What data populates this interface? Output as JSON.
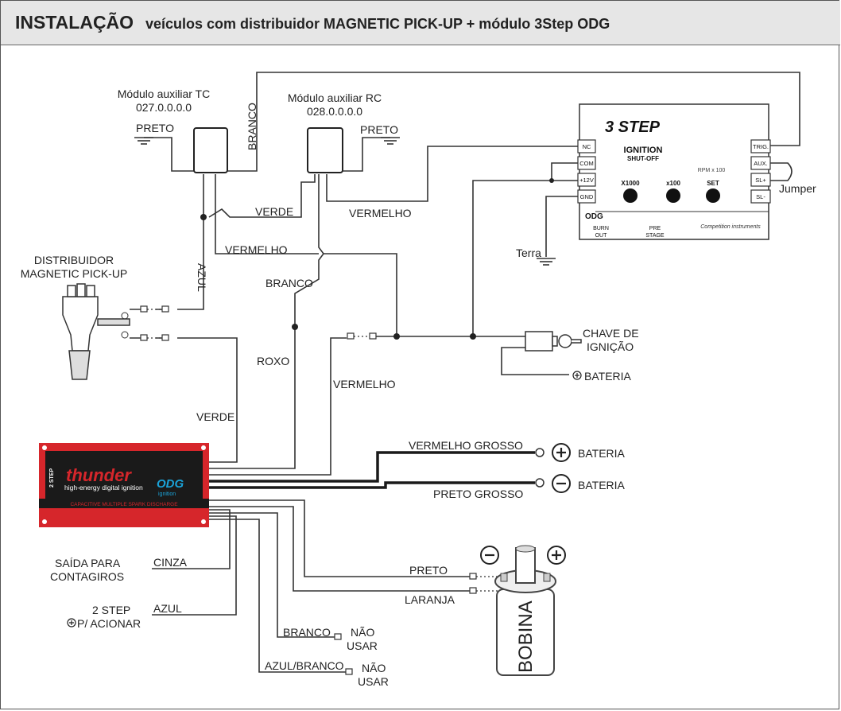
{
  "header": {
    "title": "INSTALAÇÃO",
    "subtitle": "veículos com distribuidor MAGNETIC PICK-UP + módulo 3Step ODG"
  },
  "modules": {
    "tc": {
      "name": "Módulo auxiliar TC",
      "code": "027.0.0.0.0"
    },
    "rc": {
      "name": "Módulo auxiliar RC",
      "code": "028.0.0.0.0"
    }
  },
  "distributor": {
    "line1": "DISTRIBUIDOR",
    "line2": "MAGNETIC PICK-UP"
  },
  "step3": {
    "logo": "3 STEP",
    "ignition_line1": "IGNITION",
    "ignition_line2": "SHUT-OFF",
    "rpm_note": "RPM x 100",
    "buttons": [
      "X1000",
      "x100",
      "SET"
    ],
    "left_terminals": [
      "NC",
      "COM",
      "+12V",
      "GND"
    ],
    "right_terminals": [
      "TRIG.",
      "AUX.",
      "SL+",
      "SL-"
    ],
    "brand": "ODG",
    "tagline": "Competition instruments",
    "burn_out_line1": "BURN",
    "burn_out_line2": "OUT",
    "pre_stage_line1": "PRE",
    "pre_stage_line2": "STAGE"
  },
  "thunder": {
    "brand": "thunder",
    "tagline": "high-energy digital ignition",
    "badge": "2 STEP",
    "odg": "ODG",
    "odg_sub": "ignition",
    "footer": "CAPACITIVE MULTIPLE SPARK DISCHARGE"
  },
  "wires": {
    "preto": "PRETO",
    "branco": "BRANCO",
    "verde": "VERDE",
    "vermelho": "VERMELHO",
    "azul": "AZUL",
    "roxo": "ROXO",
    "vermelho_grosso": "VERMELHO GROSSO",
    "preto_grosso": "PRETO GROSSO",
    "cinza": "CINZA",
    "laranja": "LARANJA",
    "azul_branco": "AZUL/BRANCO"
  },
  "labels": {
    "jumper": "Jumper",
    "terra": "Terra",
    "chave_line1": "CHAVE DE",
    "chave_line2": "IGNIÇÃO",
    "bateria": "BATERIA",
    "saida_line1": "SAÍDA PARA",
    "saida_line2": "CONTAGIROS",
    "two_step_line1": "2 STEP",
    "two_step_line2": "P/ ACIONAR",
    "nao": "NÃO",
    "usar": "USAR",
    "bobina": "BOBINA"
  },
  "colors": {
    "thunder_red": "#d6262b",
    "thunder_black": "#1a1a1a",
    "odg_blue": "#1aa3d9",
    "wire": "#333333"
  }
}
